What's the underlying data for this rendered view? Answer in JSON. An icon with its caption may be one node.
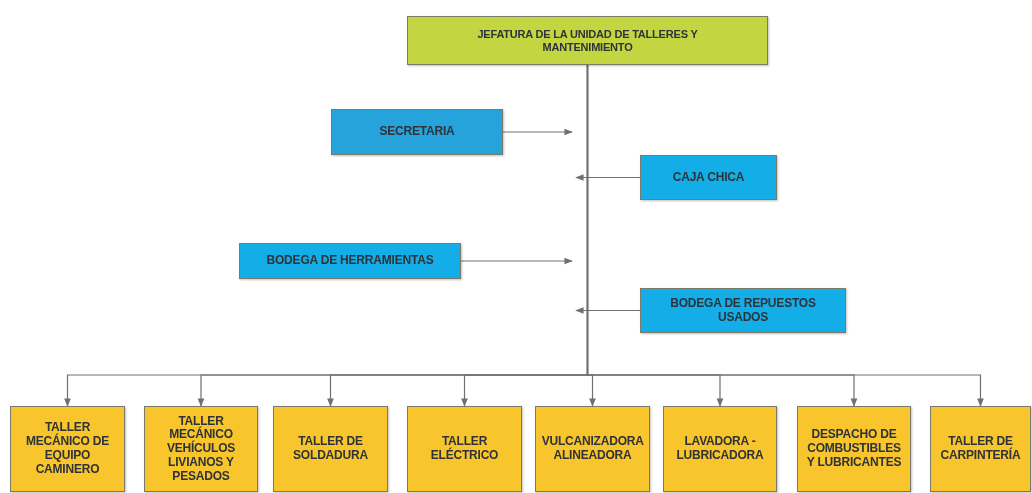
{
  "diagram": {
    "nodes": [
      {
        "text": [
          "JEFATURA DE LA UNIDAD DE TALLERES Y MANTENIMIENTO"
        ]
      },
      {
        "text": [
          "SECRETARIA"
        ]
      },
      {
        "text": [
          "CAJA CHICA"
        ]
      },
      {
        "text": [
          "BODEGA DE HERRAMIENTAS"
        ]
      },
      {
        "text": [
          "BODEGA DE REPUESTOS USADOS"
        ]
      },
      {
        "text": [
          "TALLER MECÁNICO DE EQUIPO CAMINERO"
        ]
      },
      {
        "text": [
          "TALLER MECÁNICO VEHÍCULOS LIVIANOS Y PESADOS"
        ]
      },
      {
        "text": [
          "TALLER DE SOLDADURA"
        ]
      },
      {
        "text": [
          "TALLER ELÉCTRICO"
        ]
      },
      {
        "text": [
          "VULCANIZADORA ALINEADORA"
        ]
      },
      {
        "text": [
          "LAVADORA - LUBRICADORA"
        ]
      },
      {
        "text": [
          "DESPACHO DE COMBUSTIBLES Y LUBRICANTES"
        ]
      },
      {
        "text": [
          "TALLER DE CARPINTERÍA"
        ]
      }
    ],
    "edges": [
      {
        "from": 1,
        "to": null,
        "arrow": "to"
      },
      {
        "from": 2,
        "to": null,
        "arrow": "to"
      },
      {
        "from": 3,
        "to": null,
        "arrow": "to"
      },
      {
        "from": 4,
        "to": null,
        "arrow": "to"
      },
      {
        "from": 0,
        "to": 5,
        "arrow": "to"
      },
      {
        "from": 0,
        "to": 6,
        "arrow": "to"
      },
      {
        "from": 0,
        "to": 7,
        "arrow": "to"
      },
      {
        "from": 0,
        "to": 8,
        "arrow": "to"
      },
      {
        "from": 0,
        "to": 9,
        "arrow": "to"
      },
      {
        "from": 0,
        "to": 10,
        "arrow": "to"
      },
      {
        "from": 0,
        "to": 11,
        "arrow": "to"
      },
      {
        "from": 0,
        "to": 12,
        "arrow": "to"
      }
    ]
  }
}
